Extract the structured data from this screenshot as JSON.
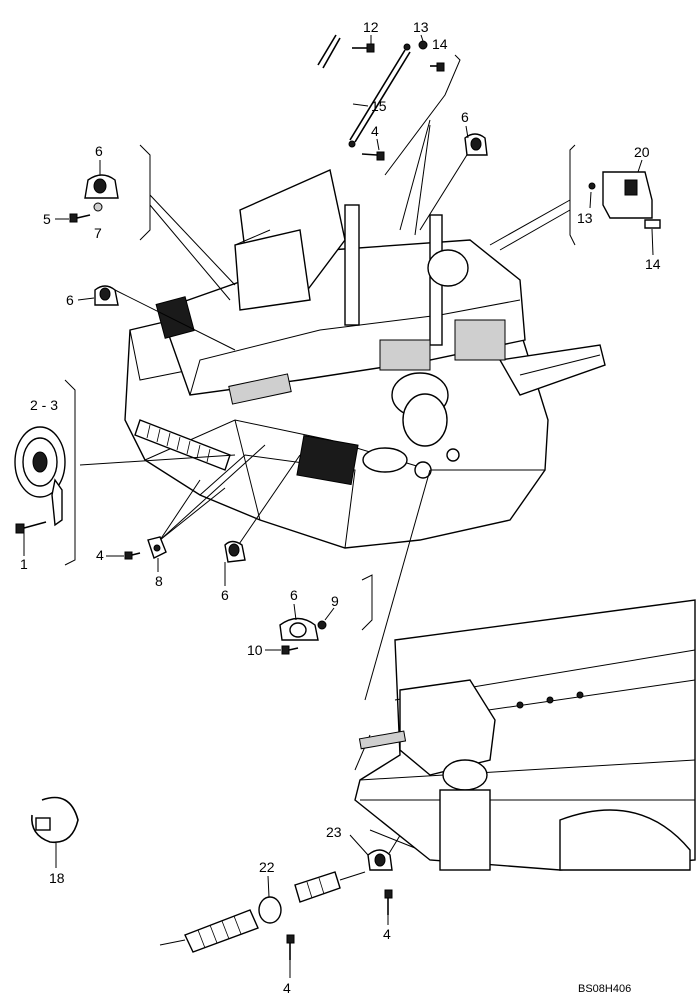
{
  "drawing_code": "BS08H406",
  "callouts": {
    "c1": "1",
    "c23": "2 - 3",
    "c4a": "4",
    "c4b": "4",
    "c4c": "4",
    "c4d": "4",
    "c5": "5",
    "c6a": "6",
    "c6b": "6",
    "c6c": "6",
    "c6d": "6",
    "c6e": "6",
    "c7": "7",
    "c8": "8",
    "c9": "9",
    "c10": "10",
    "c12": "12",
    "c13a": "13",
    "c13b": "13",
    "c14a": "14",
    "c14b": "14",
    "c15": "15",
    "c18": "18",
    "c20": "20",
    "c22": "22",
    "c23b": "23"
  }
}
